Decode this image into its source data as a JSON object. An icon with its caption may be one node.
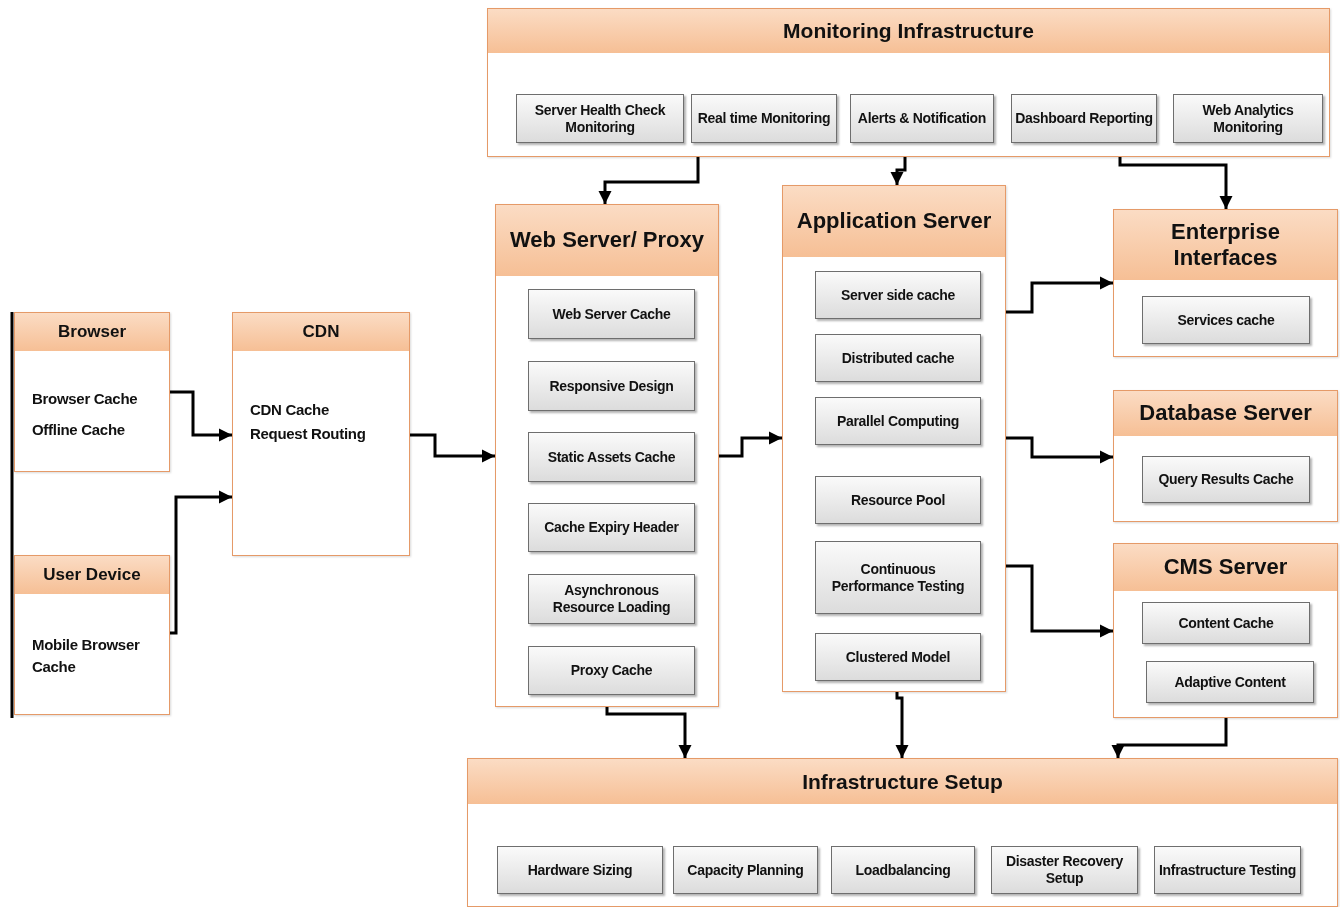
{
  "diagram": {
    "nodes": [
      {
        "text": [
          "Monitoring Infrastructure"
        ]
      },
      {
        "text": [
          "Server Health Check Monitoring"
        ],
        "in": 0
      },
      {
        "text": [
          "Real time Monitoring"
        ],
        "in": 0
      },
      {
        "text": [
          "Alerts & Notification"
        ],
        "in": 0
      },
      {
        "text": [
          "Dashboard Reporting"
        ],
        "in": 0
      },
      {
        "text": [
          "Web Analytics Monitoring"
        ],
        "in": 0
      },
      {
        "text": [
          "Browser",
          "Browser Cache",
          "Offline Cache"
        ]
      },
      {
        "text": [
          "User Device",
          "Mobile Browser Cache"
        ]
      },
      {
        "text": [
          "CDN",
          "CDN Cache",
          "Request Routing"
        ]
      },
      {
        "text": [
          "Web Server/ Proxy"
        ]
      },
      {
        "text": [
          "Web Server Cache"
        ],
        "in": 9
      },
      {
        "text": [
          "Responsive Design"
        ],
        "in": 9
      },
      {
        "text": [
          "Static Assets Cache"
        ],
        "in": 9
      },
      {
        "text": [
          "Cache Expiry Header"
        ],
        "in": 9
      },
      {
        "text": [
          "Asynchronous Resource Loading"
        ],
        "in": 9
      },
      {
        "text": [
          "Proxy Cache"
        ],
        "in": 9
      },
      {
        "text": [
          "Application Server"
        ]
      },
      {
        "text": [
          "Server side cache"
        ],
        "in": 16
      },
      {
        "text": [
          "Distributed cache"
        ],
        "in": 16
      },
      {
        "text": [
          "Parallel Computing"
        ],
        "in": 16
      },
      {
        "text": [
          "Resource Pool"
        ],
        "in": 16
      },
      {
        "text": [
          "Continuous Performance Testing"
        ],
        "in": 16
      },
      {
        "text": [
          "Clustered Model"
        ],
        "in": 16
      },
      {
        "text": [
          "Enterprise Interfaces"
        ]
      },
      {
        "text": [
          "Services cache"
        ],
        "in": 23
      },
      {
        "text": [
          "Database Server"
        ]
      },
      {
        "text": [
          "Query Results Cache"
        ],
        "in": 25
      },
      {
        "text": [
          "CMS Server"
        ]
      },
      {
        "text": [
          "Content Cache"
        ],
        "in": 27
      },
      {
        "text": [
          "Adaptive Content"
        ],
        "in": 27
      },
      {
        "text": [
          "Infrastructure Setup"
        ]
      },
      {
        "text": [
          "Hardware Sizing"
        ],
        "in": 30
      },
      {
        "text": [
          "Capacity Planning"
        ],
        "in": 30
      },
      {
        "text": [
          "Loadbalancing"
        ],
        "in": 30
      },
      {
        "text": [
          "Disaster Recovery Setup"
        ],
        "in": 30
      },
      {
        "text": [
          "Infrastructure Testing"
        ],
        "in": 30
      }
    ],
    "edges": [
      {
        "from": 6,
        "to": 8,
        "arrow": "to"
      },
      {
        "from": 7,
        "to": 8,
        "arrow": "to"
      },
      {
        "from": 8,
        "to": 9,
        "arrow": "to"
      },
      {
        "from": 0,
        "to": 9,
        "arrow": "to"
      },
      {
        "from": 0,
        "to": 16,
        "arrow": "to"
      },
      {
        "from": 0,
        "to": 23,
        "arrow": "to"
      },
      {
        "from": 9,
        "to": 16,
        "arrow": "to"
      },
      {
        "from": 16,
        "to": 23,
        "arrow": "to"
      },
      {
        "from": 16,
        "to": 25,
        "arrow": "to"
      },
      {
        "from": 16,
        "to": 27,
        "arrow": "to"
      },
      {
        "from": 9,
        "to": 30,
        "arrow": "to"
      },
      {
        "from": 16,
        "to": 30,
        "arrow": "to"
      },
      {
        "from": 27,
        "to": 30,
        "arrow": "to"
      }
    ]
  }
}
